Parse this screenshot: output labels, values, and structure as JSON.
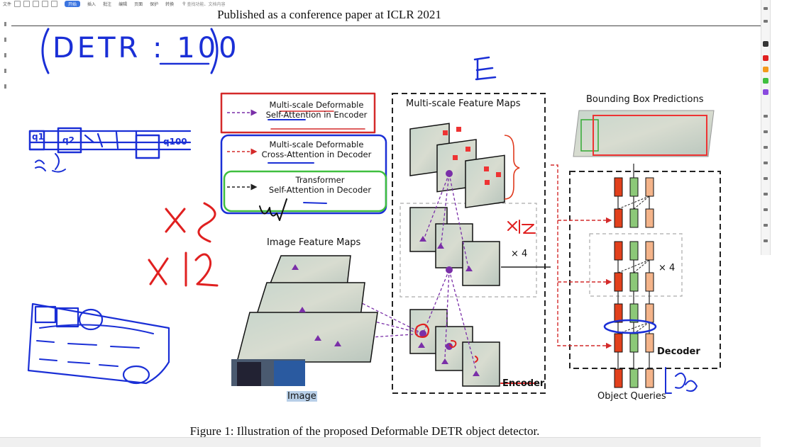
{
  "toolbar": {
    "file": "文件",
    "start": "开始",
    "insert": "插入",
    "annotate": "批注",
    "edit": "编辑",
    "page": "页面",
    "protect": "保护",
    "convert": "转换",
    "search_placeholder": "查找功能、文档内容"
  },
  "document": {
    "header": "Published as a conference paper at ICLR 2021",
    "caption": "Figure 1: Illustration of the proposed Deformable DETR object detector."
  },
  "figure": {
    "legend": {
      "item1_line1": "Multi-scale Deformable",
      "item1_line2": "Self-Attention in Encoder",
      "item2_line1": "Multi-scale Deformable",
      "item2_line2": "Cross-Attention in Decoder",
      "item3_line1": "Transformer",
      "item3_line2": "Self-Attention in Decoder"
    },
    "multi_scale_title": "Multi-scale Feature Maps",
    "bbox_title": "Bounding Box Predictions",
    "image_feature_title": "Image Feature Maps",
    "image_label": "Image",
    "encoder_label": "Encoder",
    "decoder_label": "Decoder",
    "object_queries_label": "Object Queries",
    "x4_encoder": "× 4",
    "x4_decoder": "× 4"
  },
  "handwriting": {
    "title": "DETR : 100",
    "q1": "q1",
    "q2": "q2",
    "q100": "q100",
    "x8": "X 8",
    "x12": "X 12"
  },
  "colors": {
    "ink_blue": "#1a2fd6",
    "ink_red": "#e02020",
    "legend_red": "#d42a2a",
    "legend_green": "#3fbf3f",
    "purple": "#7a2fa8",
    "bar_red": "#e2401c",
    "bar_green": "#8cc878",
    "bar_peach": "#f4b48a",
    "accent_blue": "#3a74e0"
  }
}
